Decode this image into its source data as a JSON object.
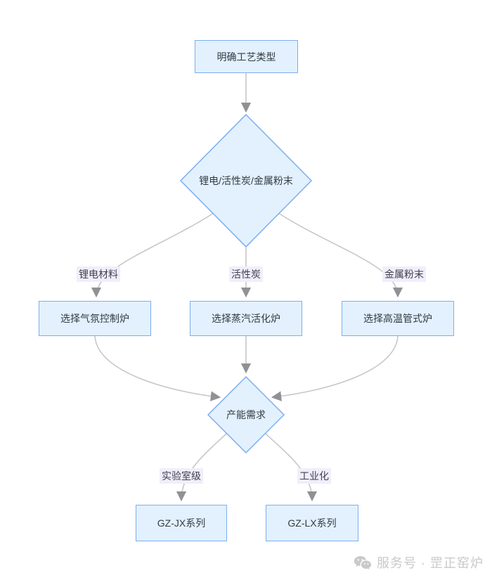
{
  "diagram": {
    "nodes": {
      "start": {
        "label": "明确工艺类型"
      },
      "decision_material": {
        "label": "锂电/活性炭/金属粉末"
      },
      "atmosphere_furnace": {
        "label": "选择气氛控制炉"
      },
      "steam_furnace": {
        "label": "选择蒸汽活化炉"
      },
      "tube_furnace": {
        "label": "选择高温管式炉"
      },
      "decision_capacity": {
        "label": "产能需求"
      },
      "gz_jx": {
        "label": "GZ-JX系列"
      },
      "gz_lx": {
        "label": "GZ-LX系列"
      }
    },
    "edge_labels": {
      "lithium": "锂电材料",
      "carbon": "活性炭",
      "metal": "金属粉末",
      "lab": "实验室级",
      "industrial": "工业化"
    }
  },
  "watermark": {
    "icon": "wechat-icon",
    "text": "服务号 · 罡正窑炉"
  },
  "colors": {
    "node_fill": "#e2f1fd",
    "node_border": "#7caef2",
    "node_text": "#333b45",
    "edge_line": "#c6c7c9",
    "arrow_head": "#8f9194",
    "edge_label_bg": "#f1eefb",
    "edge_label_text": "#40404f",
    "watermark": "#c9c9c9"
  }
}
